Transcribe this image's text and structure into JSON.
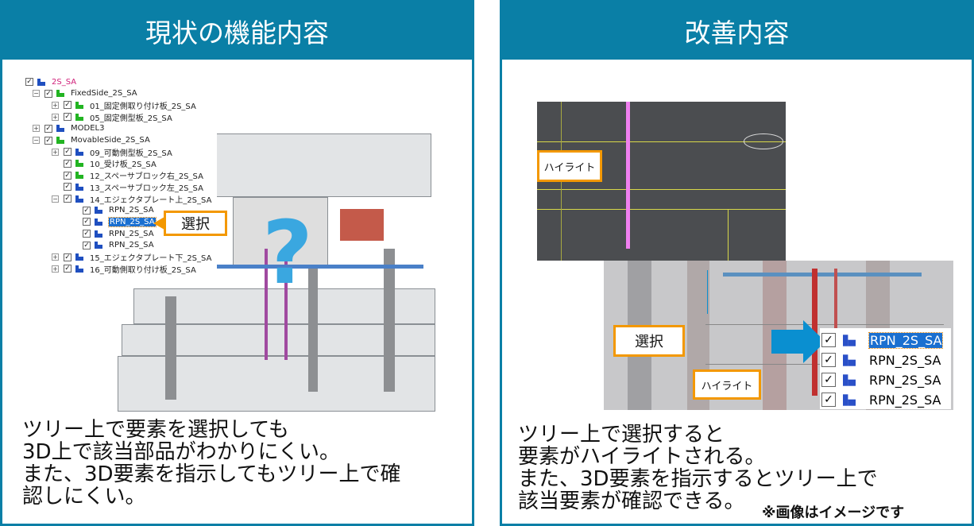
{
  "left": {
    "title": "現状の機能内容",
    "tree": [
      {
        "label": "2S_SA",
        "depth": 0,
        "color": "#1f4fc0",
        "root": true
      },
      {
        "label": "FixedSide_2S_SA",
        "depth": 1,
        "color": "#22b422"
      },
      {
        "label": "01_固定側取り付け板_2S_SA",
        "depth": 2,
        "color": "#22b422"
      },
      {
        "label": "05_固定側型板_2S_SA",
        "depth": 2,
        "color": "#22b422"
      },
      {
        "label": "MODEL3",
        "depth": 1,
        "color": "#1f4fc0"
      },
      {
        "label": "MovableSide_2S_SA",
        "depth": 1,
        "color": "#22b422"
      },
      {
        "label": "09_可動側型板_2S_SA",
        "depth": 2,
        "color": "#1f4fc0"
      },
      {
        "label": "10_受け板_2S_SA",
        "depth": 2,
        "color": "#22b422"
      },
      {
        "label": "12_スペーサブロック右_2S_SA",
        "depth": 2,
        "color": "#22b422"
      },
      {
        "label": "13_スペーサブロック左_2S_SA",
        "depth": 2,
        "color": "#1f4fc0"
      },
      {
        "label": "14_エジェクタプレート上_2S_SA",
        "depth": 2,
        "color": "#1f4fc0"
      },
      {
        "label": "RPN_2S_SA",
        "depth": 3,
        "color": "#1f4fc0"
      },
      {
        "label": "RPN_2S_SA",
        "depth": 3,
        "color": "#1f4fc0",
        "selected": true
      },
      {
        "label": "RPN_2S_SA",
        "depth": 3,
        "color": "#1f4fc0"
      },
      {
        "label": "RPN_2S_SA",
        "depth": 3,
        "color": "#1f4fc0"
      },
      {
        "label": "15_エジェクタプレート下_2S_SA",
        "depth": 2,
        "color": "#1f4fc0"
      },
      {
        "label": "16_可動側取り付け板_2S_SA",
        "depth": 2,
        "color": "#1f4fc0"
      }
    ],
    "callout": "選択",
    "question_mark": "?",
    "caption": [
      "ツリー上で要素を選択しても",
      "3D上で該当部品がわかりにくい。",
      "また、3D要素を指示してもツリー上で確",
      "認しにくい。"
    ]
  },
  "right": {
    "title": "改善内容",
    "callout_highlight_top": "ハイライト",
    "callout_select": "選択",
    "callout_highlight_tree": "ハイライト",
    "tree": [
      {
        "label": "RPN_2S_SA",
        "selected": true
      },
      {
        "label": "RPN_2S_SA"
      },
      {
        "label": "RPN_2S_SA"
      },
      {
        "label": "RPN_2S_SA"
      }
    ],
    "caption": [
      "ツリー上で選択すると",
      "要素がハイライトされる。",
      "また、3D要素を指示するとツリー上で",
      "該当要素が確認できる。"
    ],
    "note": "※画像はイメージです"
  },
  "colors": {
    "accent": "#0a7fa6",
    "callout": "#f39800",
    "selection": "#1a6fd0",
    "arrow": "#0a8fd0"
  }
}
